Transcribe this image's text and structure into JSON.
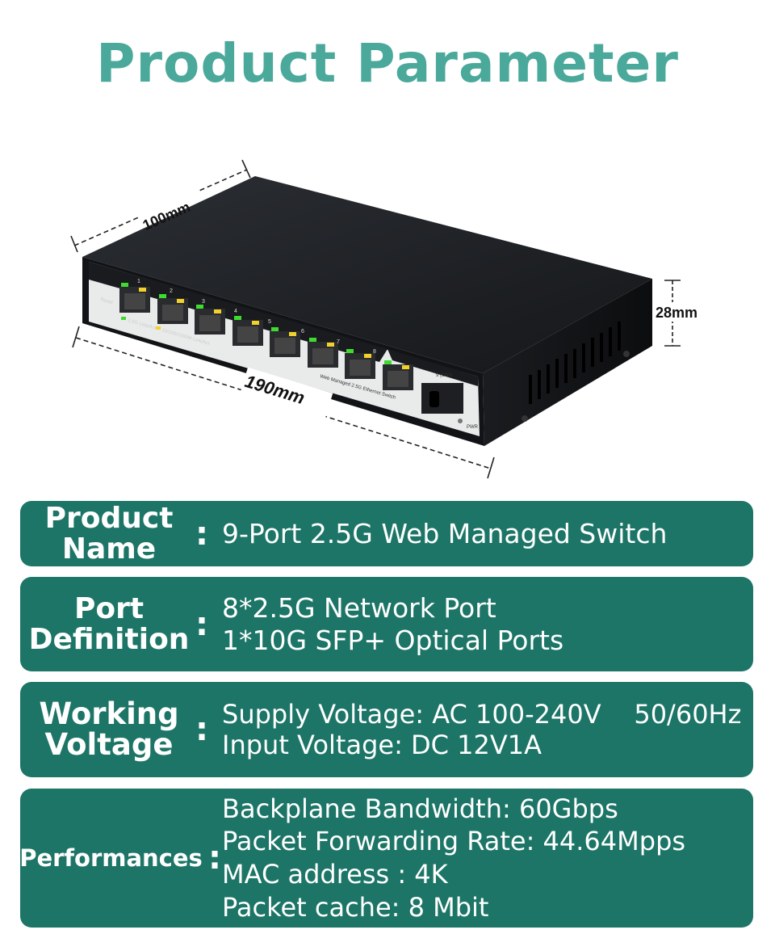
{
  "title": "Product Parameter",
  "dimensions": {
    "depth": "100mm",
    "width": "190mm",
    "height": "28mm"
  },
  "device": {
    "reset_label": "Reset",
    "port_numbers": [
      "1",
      "2",
      "3",
      "4",
      "5",
      "6",
      "7",
      "8"
    ],
    "legend_link": "2.5G Link/Act",
    "legend_speed": "10/100/1000M Link/Act",
    "model_text": "Web Managed 2.5G Ethernet Switch",
    "sfp_label": "9 (10G)",
    "pwr_label": "PWR"
  },
  "colors": {
    "title": "#4aa99a",
    "row_bg": "#1c7566",
    "led_green": "#3ddc2f",
    "led_yellow": "#f2d12a"
  },
  "specs": [
    {
      "label_lines": [
        "Product",
        "Name"
      ],
      "values": [
        "9-Port 2.5G Web Managed Switch"
      ]
    },
    {
      "label_lines": [
        "Port",
        "Definition"
      ],
      "values": [
        "8*2.5G Network Port",
        "1*10G SFP+ Optical Ports"
      ]
    },
    {
      "label_lines": [
        "Working",
        "Voltage"
      ],
      "values": [
        "Supply Voltage: AC 100-240V    50/60Hz",
        "Input Voltage: DC 12V1A"
      ]
    },
    {
      "label_lines": [
        "Performances"
      ],
      "values": [
        "Backplane Bandwidth: 60Gbps",
        "Packet Forwarding Rate: 44.64Mpps",
        "MAC address : 4K",
        "Packet cache: 8 Mbit"
      ]
    }
  ]
}
